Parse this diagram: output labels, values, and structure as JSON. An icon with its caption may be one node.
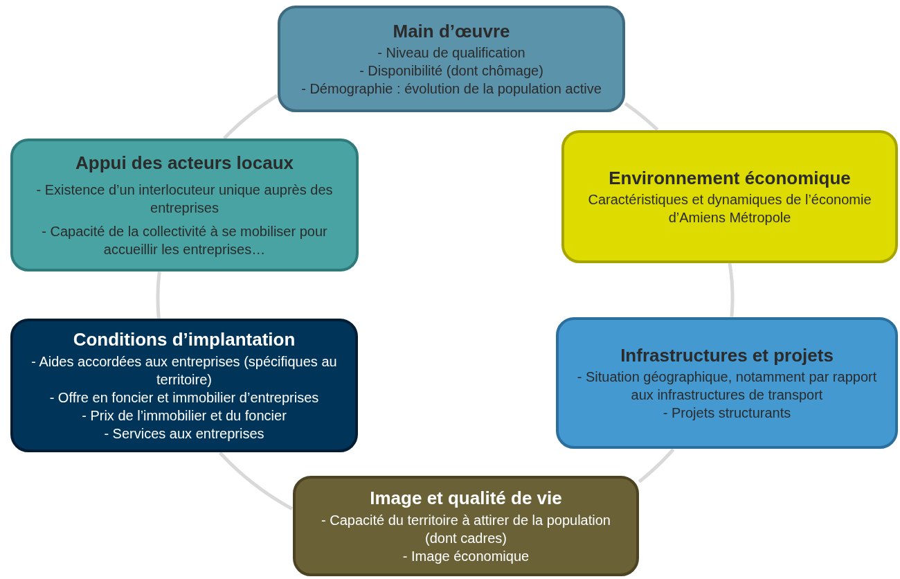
{
  "diagram": {
    "nodes": [
      {
        "text": [
          "Main d’œuvre",
          "- Niveau de qualification",
          "- Disponibilité (dont chômage)",
          "- Démographie : évolution de la population active"
        ]
      },
      {
        "text": [
          "Appui des acteurs locaux",
          "- Existence d’un interlocuteur unique auprès des entreprises",
          "- Capacité de la collectivité à se mobiliser pour accueillir les entreprises…"
        ]
      },
      {
        "text": [
          "Environnement économique",
          "Caractéristiques et dynamiques de l’économie d’Amiens Métropole"
        ]
      },
      {
        "text": [
          "Conditions d’implantation",
          "- Aides accordées aux entreprises (spécifiques au territoire)",
          "- Offre en foncier et immobilier d’entreprises",
          "- Prix de l’immobilier et du foncier",
          "- Services aux entreprises"
        ]
      },
      {
        "text": [
          "Infrastructures et projets",
          "- Situation géographique, notamment par rapport aux infrastructures de transport",
          "- Projets structurants"
        ]
      },
      {
        "text": [
          "Image et qualité de vie",
          "- Capacité du territoire à attirer de la population (dont cadres)",
          "- Image économique"
        ]
      }
    ],
    "edges": [
      {
        "from": 0,
        "to": 2,
        "arrow": "none"
      },
      {
        "from": 2,
        "to": 4,
        "arrow": "none"
      },
      {
        "from": 4,
        "to": 5,
        "arrow": "none"
      },
      {
        "from": 5,
        "to": 3,
        "arrow": "none"
      },
      {
        "from": 3,
        "to": 1,
        "arrow": "none"
      },
      {
        "from": 1,
        "to": 0,
        "arrow": "none"
      }
    ]
  }
}
